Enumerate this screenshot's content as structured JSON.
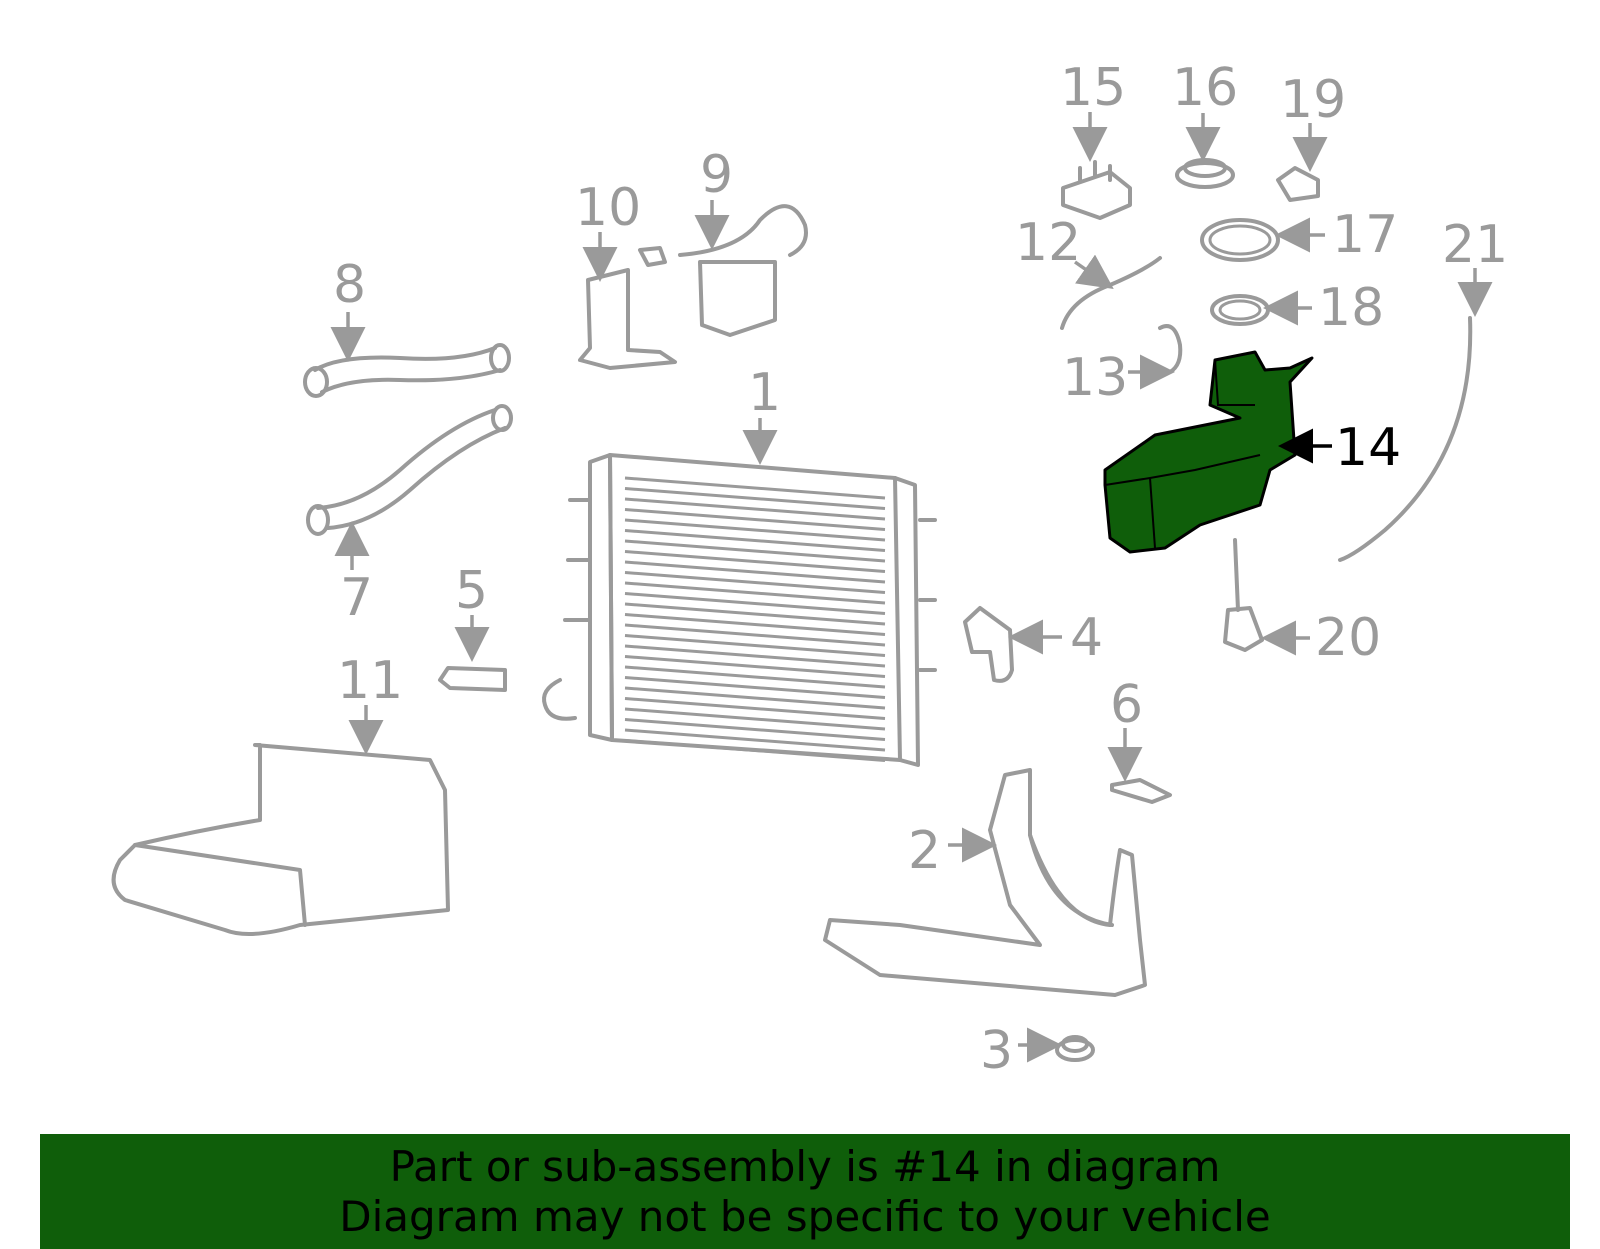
{
  "callouts": [
    {
      "id": "1",
      "label": "1",
      "highlight": false
    },
    {
      "id": "2",
      "label": "2",
      "highlight": false
    },
    {
      "id": "3",
      "label": "3",
      "highlight": false
    },
    {
      "id": "4",
      "label": "4",
      "highlight": false
    },
    {
      "id": "5",
      "label": "5",
      "highlight": false
    },
    {
      "id": "6",
      "label": "6",
      "highlight": false
    },
    {
      "id": "7",
      "label": "7",
      "highlight": false
    },
    {
      "id": "8",
      "label": "8",
      "highlight": false
    },
    {
      "id": "9",
      "label": "9",
      "highlight": false
    },
    {
      "id": "10",
      "label": "10",
      "highlight": false
    },
    {
      "id": "11",
      "label": "11",
      "highlight": false
    },
    {
      "id": "12",
      "label": "12",
      "highlight": false
    },
    {
      "id": "13",
      "label": "13",
      "highlight": false
    },
    {
      "id": "14",
      "label": "14",
      "highlight": true
    },
    {
      "id": "15",
      "label": "15",
      "highlight": false
    },
    {
      "id": "16",
      "label": "16",
      "highlight": false
    },
    {
      "id": "17",
      "label": "17",
      "highlight": false
    },
    {
      "id": "18",
      "label": "18",
      "highlight": false
    },
    {
      "id": "19",
      "label": "19",
      "highlight": false
    },
    {
      "id": "20",
      "label": "20",
      "highlight": false
    },
    {
      "id": "21",
      "label": "21",
      "highlight": false
    }
  ],
  "banner": {
    "line1": "Part or sub-assembly is #14 in diagram",
    "line2": "Diagram may not be specific to your vehicle"
  },
  "colors": {
    "highlight_fill": "#0f5e0a",
    "part_stroke": "#9a9a9a",
    "highlight_text": "#000000"
  }
}
